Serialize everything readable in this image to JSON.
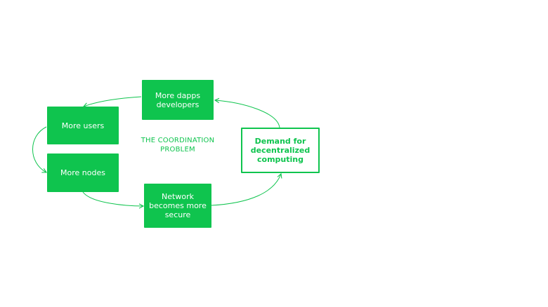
{
  "diagram": {
    "nodes": {
      "dapps": "More dapps developers",
      "users": "More users",
      "nodes": "More nodes",
      "network": "Network becomes more secure",
      "demand": "Demand for decentralized computing"
    },
    "center_label": "THE COORDINATION PROBLEM",
    "accent_color": "#0fc44e"
  }
}
